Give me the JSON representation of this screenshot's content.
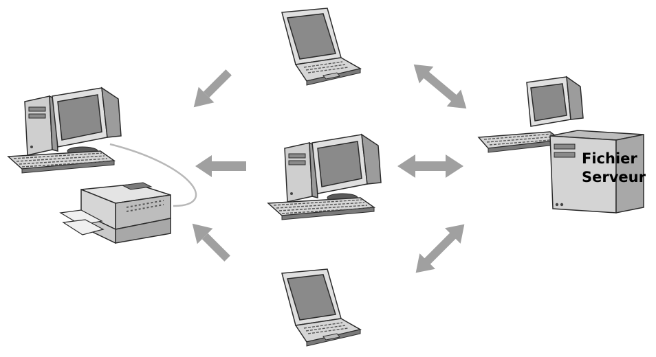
{
  "server": {
    "label_line1": "Fichier",
    "label_line2": "Serveur"
  },
  "nodes": [
    {
      "id": "central-desktop",
      "icon": "desktop-computer-icon"
    },
    {
      "id": "left-desktop",
      "icon": "desktop-computer-icon"
    },
    {
      "id": "printer",
      "icon": "printer-icon"
    },
    {
      "id": "top-laptop",
      "icon": "laptop-icon"
    },
    {
      "id": "bottom-laptop",
      "icon": "laptop-icon"
    },
    {
      "id": "file-server",
      "icon": "server-tower-icon"
    }
  ],
  "colors": {
    "arrow": "#a0a0a0",
    "outline": "#2a2a2a",
    "screen": "#8c8c8c",
    "body": "#d4d4d4",
    "dark": "#5a5a5a"
  }
}
